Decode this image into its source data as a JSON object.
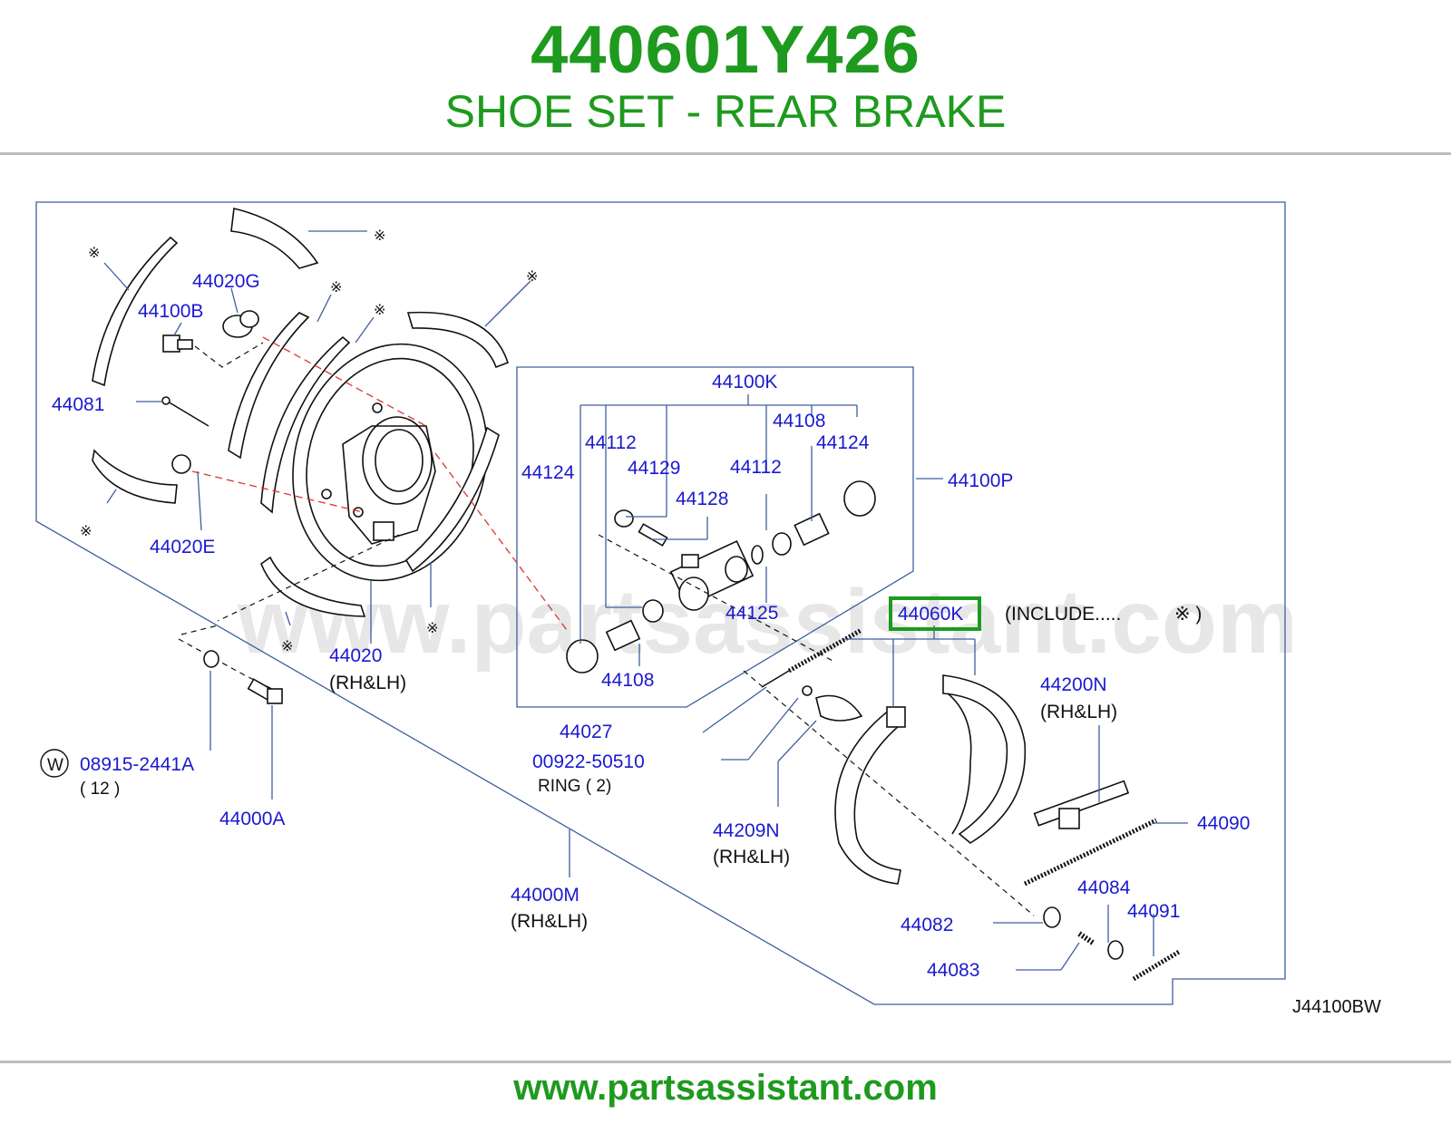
{
  "header": {
    "part_number": "440601Y426",
    "title": "SHOE SET - REAR BRAKE"
  },
  "footer": {
    "url": "www.partsassistant.com"
  },
  "watermark": "www.partsassistant.com",
  "diagram_code": "J44100BW",
  "highlight_color": "#1e9a1e",
  "label_color": "#1a1ad0",
  "labels": {
    "l44020G": "44020G",
    "l44100B": "44100B",
    "l44081": "44081",
    "l44020E": "44020E",
    "l44100K": "44100K",
    "l44112a": "44112",
    "l44108a": "44108",
    "l44124a": "44124",
    "l44124b": "44124",
    "l44129": "44129",
    "l44112b": "44112",
    "l44100P": "44100P",
    "l44128": "44128",
    "l44125": "44125",
    "l44060K": "44060K",
    "include": "(INCLUDE.....",
    "include_sym": "※ )",
    "l44108b": "44108",
    "l44020": "44020",
    "rhlh1": "(RH&LH)",
    "l44200N": "44200N",
    "rhlh2": "(RH&LH)",
    "l44027": "44027",
    "l00922": "00922-50510",
    "ring": "RING ( 2)",
    "w_sym": "W",
    "l08915": "08915-2441A",
    "qty12": "( 12 )",
    "l44000A": "44000A",
    "l44209N": "44209N",
    "rhlh3": "(RH&LH)",
    "l44090": "44090",
    "l44000M": "44000M",
    "rhlh4": "(RH&LH)",
    "l44084": "44084",
    "l44082": "44082",
    "l44091": "44091",
    "l44083": "44083"
  },
  "asterisk": "※"
}
